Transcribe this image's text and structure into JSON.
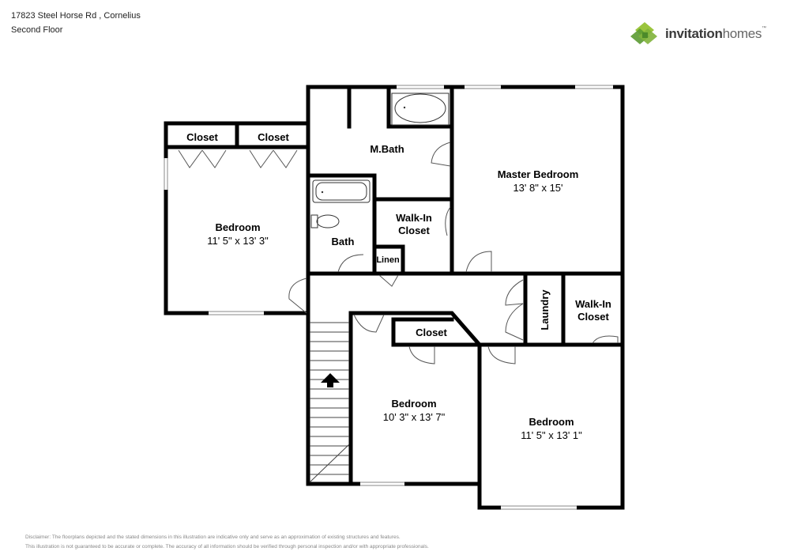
{
  "header": {
    "address": "17823 Steel Horse Rd , Cornelius",
    "floor": "Second Floor"
  },
  "brand": {
    "name_bold": "invitation",
    "name_light": "homes",
    "colors": {
      "green_dark": "#5b9a32",
      "green_light": "#9bc53d"
    }
  },
  "rooms": {
    "closet_1": "Closet",
    "closet_2": "Closet",
    "m_bath": "M.Bath",
    "master_bedroom": {
      "name": "Master Bedroom",
      "dims": "13' 8\" x 15'"
    },
    "bedroom_left": {
      "name": "Bedroom",
      "dims": "11' 5\" x 13' 3\""
    },
    "walkin_closet_1": {
      "line1": "Walk-In",
      "line2": "Closet"
    },
    "bath": "Bath",
    "linen": "Linen",
    "laundry": "Laundry",
    "walkin_closet_2": {
      "line1": "Walk-In",
      "line2": "Closet"
    },
    "closet_3": "Closet",
    "bedroom_mid": {
      "name": "Bedroom",
      "dims": "10' 3\" x 13' 7\""
    },
    "bedroom_right": {
      "name": "Bedroom",
      "dims": "11' 5\" x 13' 1\""
    }
  },
  "disclaimer": {
    "line1": "Disclaimer: The floorplans depicted and the stated dimensions in this illustration are indicative only and serve as an approximation of existing structures and features.",
    "line2": "This illustration is not guaranteed to be accurate or complete. The accuracy of all information should be verified through personal inspection and/or with appropriate professionals."
  }
}
